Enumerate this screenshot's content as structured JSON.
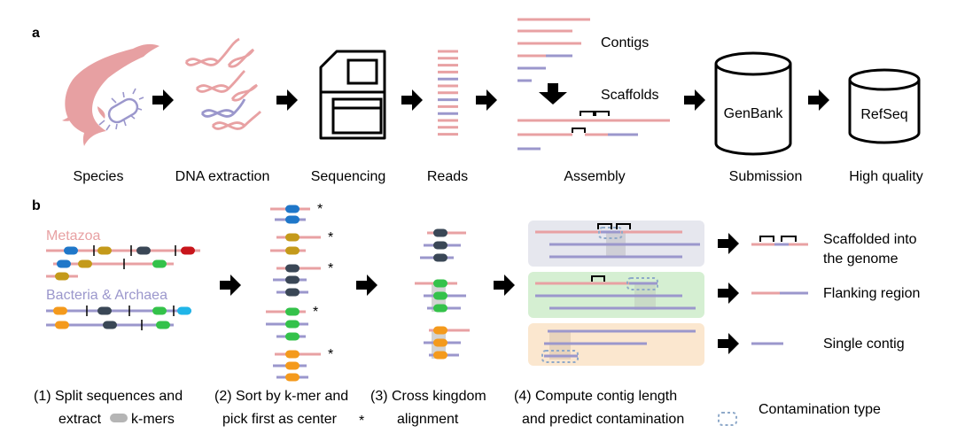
{
  "panel_a": {
    "letter": "a",
    "steps": [
      "Species",
      "DNA extraction",
      "Sequencing",
      "Reads",
      "Assembly",
      "Submission",
      "High quality"
    ],
    "contigs_label": "Contigs",
    "scaffolds_label": "Scaffolds",
    "genbank": "GenBank",
    "refseq": "RefSeq"
  },
  "panel_b": {
    "letter": "b",
    "metazoa": "Metazoa",
    "bacteria": "Bacteria & Archaea",
    "step1": [
      "(1) Split sequences and",
      "extract",
      "k-mers"
    ],
    "step2": [
      "(2) Sort by k-mer and",
      "pick first as center",
      "*"
    ],
    "step3": [
      "(3) Cross kingdom",
      "alignment"
    ],
    "step4": [
      "(4) Compute contig length",
      "and predict contamination"
    ],
    "contamination_type": "Contamination type",
    "types": [
      {
        "line1": "Scaffolded into",
        "line2": "the genome"
      },
      {
        "line1": "Flanking region",
        "line2": ""
      },
      {
        "line1": "Single contig",
        "line2": ""
      }
    ],
    "star": "*"
  },
  "colors": {
    "pink": "#e8a1a3",
    "purple": "#9b97cc",
    "blue": "#1f77c9",
    "gold": "#c49a1a",
    "navy": "#3a4756",
    "green": "#34c24a",
    "red": "#c8151b",
    "orange": "#f49a1c",
    "cyan": "#20b5e8",
    "gray_box": "#e6e7ee",
    "green_box": "#d5efd2",
    "orange_box": "#fbe7cf"
  }
}
